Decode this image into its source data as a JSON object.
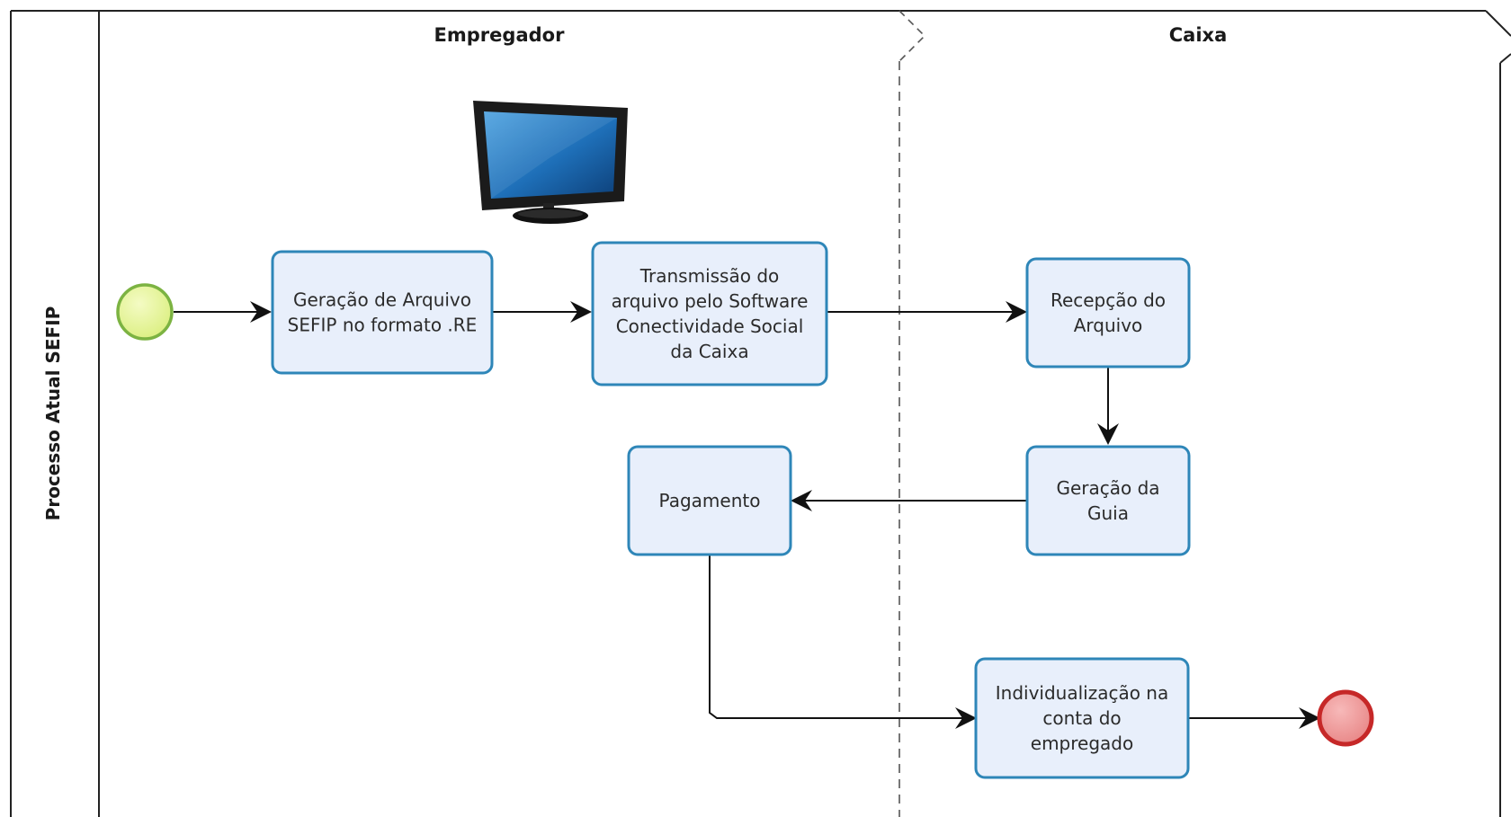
{
  "pool": {
    "title": "Processo Atual SEFIP"
  },
  "lanes": [
    {
      "id": "lane-empregador",
      "title": "Empregador"
    },
    {
      "id": "lane-caixa",
      "title": "Caixa"
    }
  ],
  "start_event": {
    "name": "start-event",
    "color": "#e6f59a",
    "stroke": "#7cb342"
  },
  "end_event": {
    "name": "end-event",
    "color": "#ef9a9a",
    "stroke": "#c62828"
  },
  "tasks": [
    {
      "id": "geracao-arquivo",
      "lines": [
        "Geração de Arquivo",
        "SEFIP no formato .RE"
      ]
    },
    {
      "id": "transmissao",
      "lines": [
        "Transmissão do",
        "arquivo pelo Software",
        "Conectividade Social",
        "da Caixa"
      ]
    },
    {
      "id": "recepcao",
      "lines": [
        "Recepção do",
        "Arquivo"
      ]
    },
    {
      "id": "geracao-guia",
      "lines": [
        "Geração da",
        "Guia"
      ]
    },
    {
      "id": "pagamento",
      "lines": [
        "Pagamento"
      ]
    },
    {
      "id": "individualizacao",
      "lines": [
        "Individualização na",
        "conta do",
        "empregado"
      ]
    }
  ],
  "colors": {
    "task_fill": "#e8effb",
    "task_stroke": "#2e86b8",
    "line": "#111111"
  },
  "icons": {
    "monitor": "computer-monitor-icon"
  }
}
